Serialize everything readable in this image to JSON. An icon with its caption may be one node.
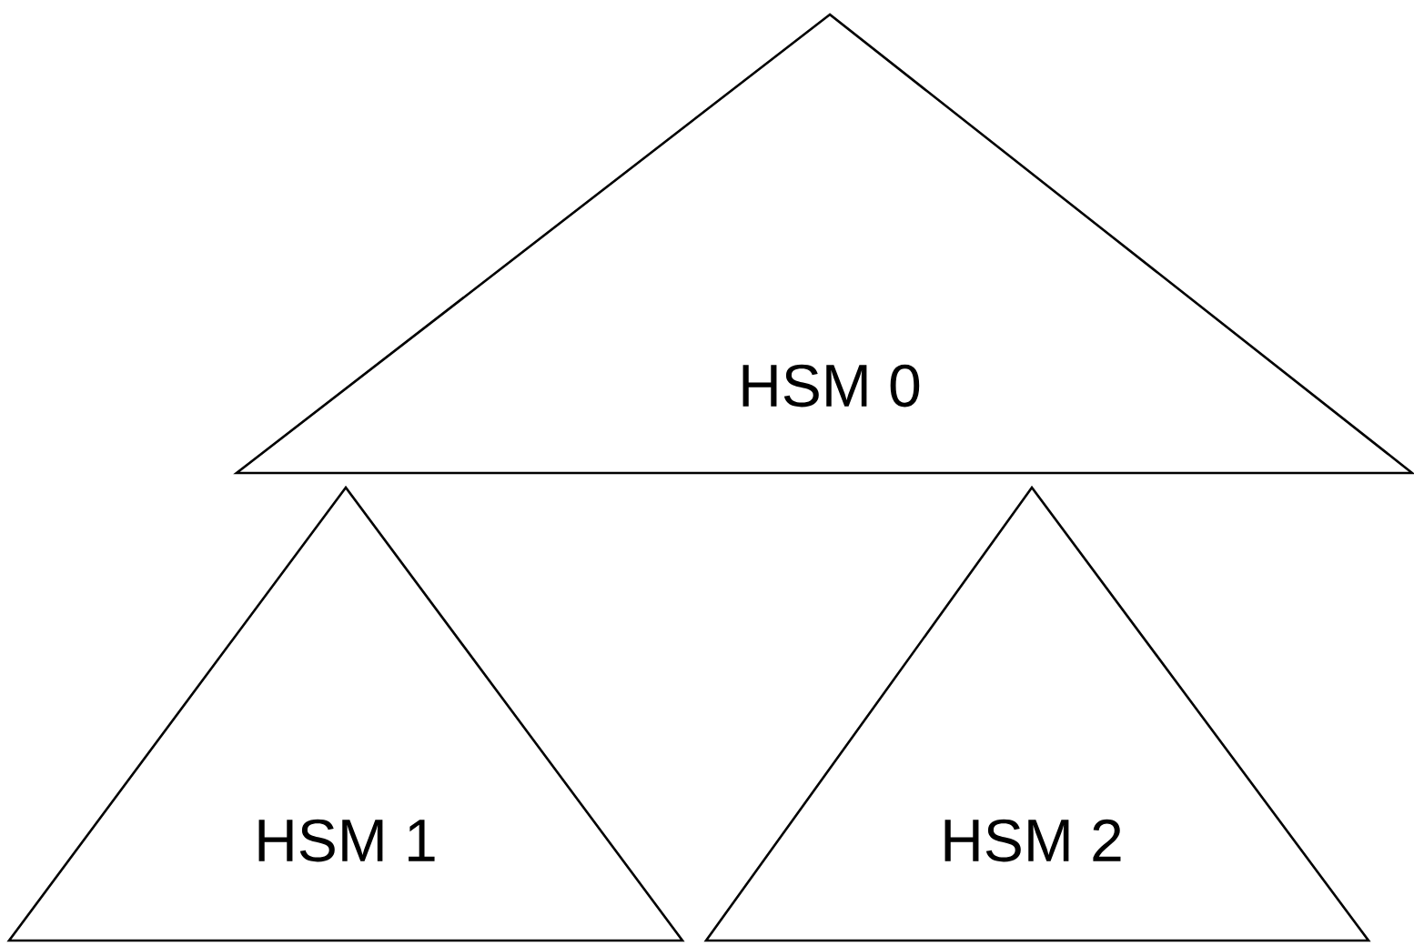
{
  "diagram": {
    "nodes": [
      {
        "text": [
          "HSM 0"
        ]
      },
      {
        "text": [
          "HSM 1"
        ]
      },
      {
        "text": [
          "HSM 2"
        ]
      }
    ]
  }
}
